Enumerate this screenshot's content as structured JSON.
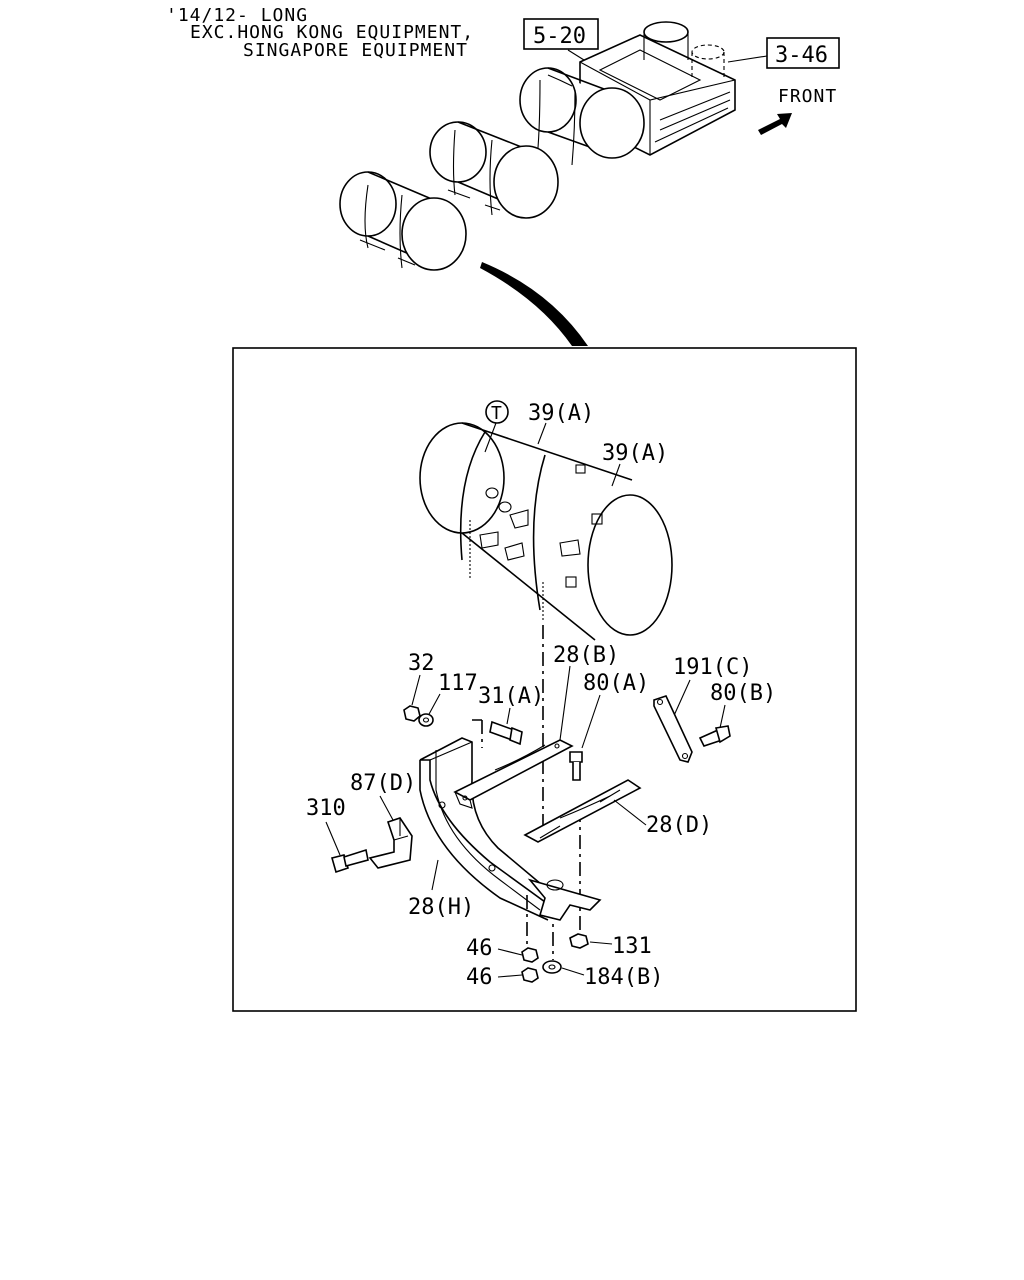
{
  "header": {
    "line1": "'14/12- LONG",
    "line2": "EXC.HONG KONG EQUIPMENT,",
    "line3": "SINGAPORE EQUIPMENT"
  },
  "refs": {
    "ref_a": "5-20",
    "ref_b": "3-46"
  },
  "direction": "FRONT",
  "callouts": {
    "circle": "T",
    "c39a_1": "39(A)",
    "c39a_2": "39(A)",
    "c28b": "28(B)",
    "c32": "32",
    "c117": "117",
    "c31a": "31(A)",
    "c80a": "80(A)",
    "c191c": "191(C)",
    "c80b": "80(B)",
    "c87d": "87(D)",
    "c310": "310",
    "c28d": "28(D)",
    "c28h": "28(H)",
    "c46_1": "46",
    "c46_2": "46",
    "c131": "131",
    "c184b": "184(B)"
  }
}
